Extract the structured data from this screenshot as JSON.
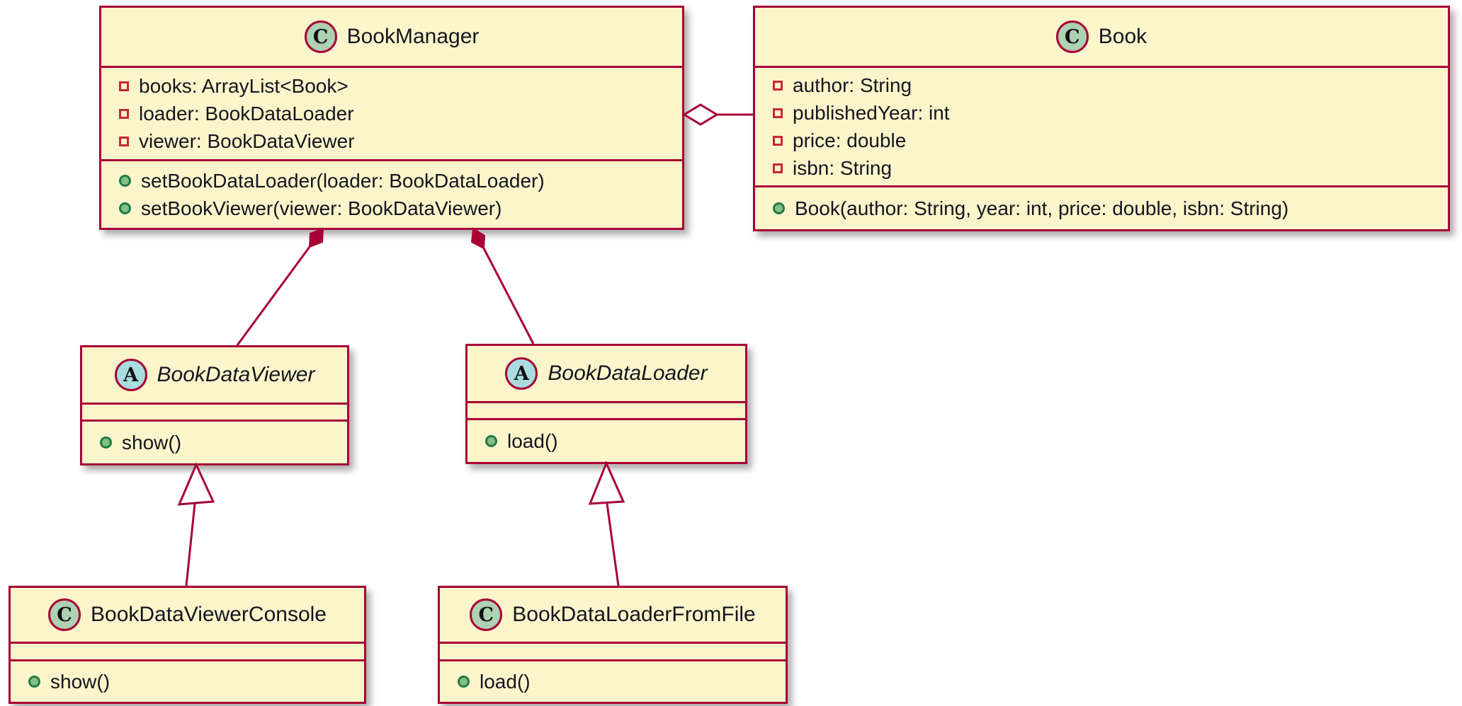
{
  "diagram": {
    "kind": "uml-class-diagram",
    "colors": {
      "box_fill": "#FCF5CB",
      "box_border": "#A80036",
      "edge_color": "#A80036",
      "class_spot_fill": "#ADD1B2",
      "abstract_spot_fill": "#A9DCDF",
      "field_icon_color": "#C82930",
      "method_icon_fill": "#84BE84",
      "method_icon_border": "#1E7D45",
      "text_color": "#15151f",
      "background": "#ffffff"
    },
    "classes": [
      {
        "name": "BookManager",
        "spot": "C",
        "kind": "class",
        "attributes": [
          "books: ArrayList<Book>",
          "loader: BookDataLoader",
          "viewer: BookDataViewer"
        ],
        "methods": [
          "setBookDataLoader(loader: BookDataLoader)",
          "setBookViewer(viewer: BookDataViewer)"
        ]
      },
      {
        "name": "Book",
        "spot": "C",
        "kind": "class",
        "attributes": [
          "author: String",
          "publishedYear: int",
          "price: double",
          "isbn: String"
        ],
        "methods": [
          "Book(author: String, year: int, price: double, isbn: String)"
        ]
      },
      {
        "name": "BookDataViewer",
        "spot": "A",
        "kind": "abstract",
        "attributes": [],
        "methods": [
          "show()"
        ]
      },
      {
        "name": "BookDataLoader",
        "spot": "A",
        "kind": "abstract",
        "attributes": [],
        "methods": [
          "load()"
        ]
      },
      {
        "name": "BookDataViewerConsole",
        "spot": "C",
        "kind": "class",
        "attributes": [],
        "methods": [
          "show()"
        ]
      },
      {
        "name": "BookDataLoaderFromFile",
        "spot": "C",
        "kind": "class",
        "attributes": [],
        "methods": [
          "load()"
        ]
      }
    ],
    "relationships": [
      {
        "type": "aggregation",
        "owner": "BookManager",
        "part": "Book"
      },
      {
        "type": "composition",
        "owner": "BookManager",
        "part": "BookDataViewer"
      },
      {
        "type": "composition",
        "owner": "BookManager",
        "part": "BookDataLoader"
      },
      {
        "type": "inheritance",
        "parent": "BookDataViewer",
        "child": "BookDataViewerConsole"
      },
      {
        "type": "inheritance",
        "parent": "BookDataLoader",
        "child": "BookDataLoaderFromFile"
      }
    ]
  }
}
